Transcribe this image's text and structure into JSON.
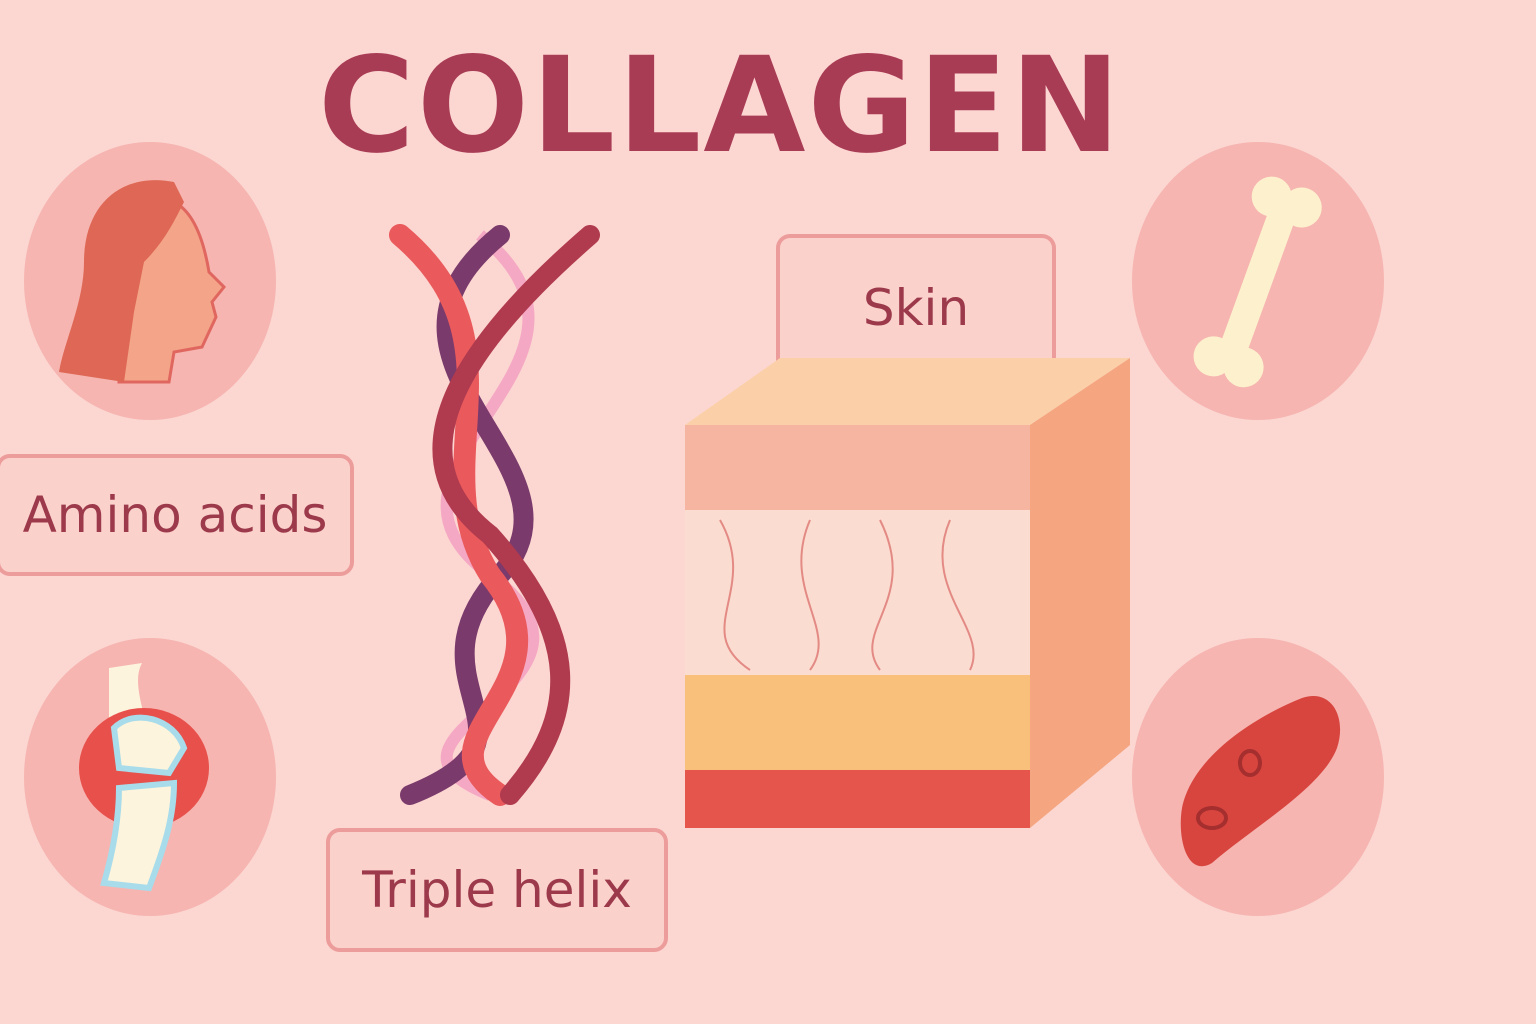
{
  "title": "COLLAGEN",
  "labels": {
    "amino_acids": "Amino acids",
    "triple_helix": "Triple helix",
    "skin": "Skin"
  },
  "colors": {
    "background": "#fcd6d1",
    "title": "#a93c55",
    "circle": "#f6b5b1",
    "label_border": "#ec9c9a"
  }
}
